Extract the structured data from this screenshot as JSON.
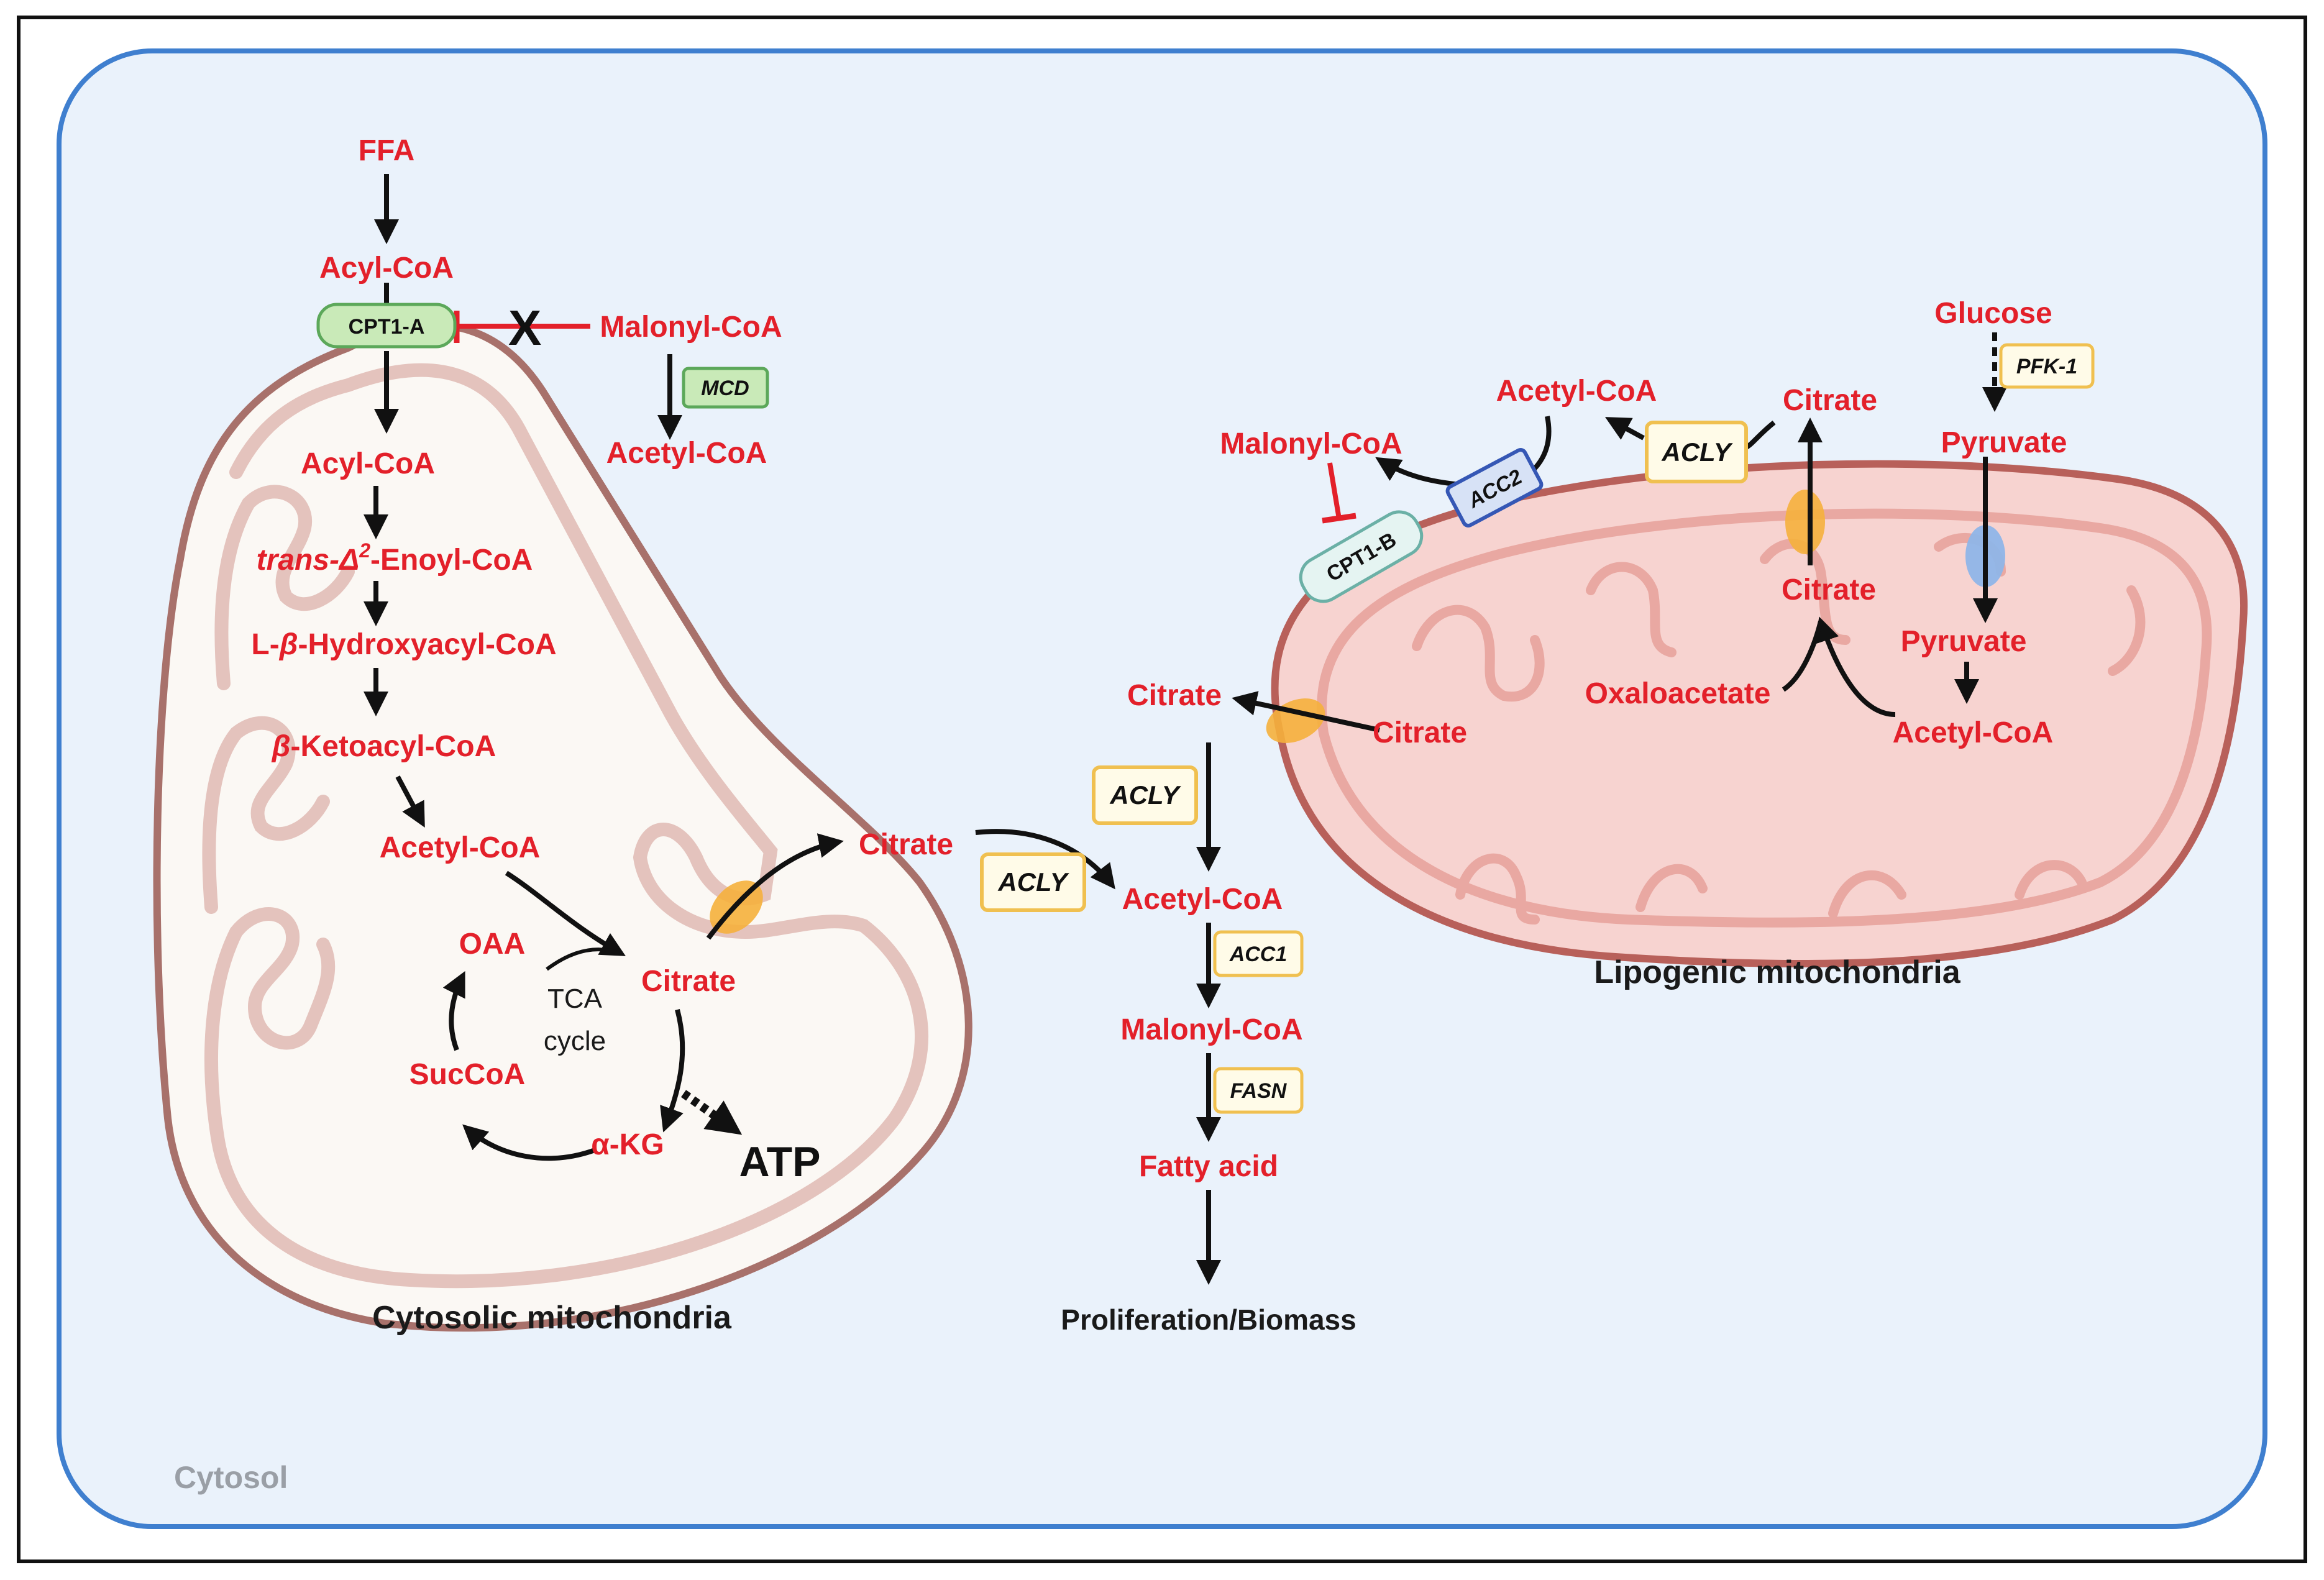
{
  "labels": {
    "cytosol": "Cytosol",
    "left_mito": "Cytosolic mitochondria",
    "right_mito": "Lipogenic mitochondria",
    "tca_line1": "TCA",
    "tca_line2": "cycle",
    "atp": "ATP",
    "x_mark": "X",
    "outcome": "Proliferation/Biomass"
  },
  "left_pathway": {
    "ffa": "FFA",
    "acyl_coa_cyto": "Acyl-CoA",
    "malonyl_coa": "Malonyl-CoA",
    "acetyl_coa_cyto": "Acetyl-CoA",
    "acyl_coa_mito": "Acyl-CoA",
    "enoyl_prefix": "trans-Δ",
    "enoyl_sup": "2",
    "enoyl_suffix": "-Enoyl-CoA",
    "hydroxy_prefix": "L-",
    "hydroxy_beta": "β",
    "hydroxy_suffix": "-Hydroxyacyl-CoA",
    "keto_beta": "β",
    "keto_suffix": "-Ketoacyl-CoA",
    "acetyl_coa_mito": "Acetyl-CoA",
    "oaa": "OAA",
    "citrate": "Citrate",
    "succoa": "SucCoA",
    "akg": "α-KG"
  },
  "center_pathway": {
    "citrate_out": "Citrate",
    "citrate_top": "Citrate",
    "acetyl_coa": "Acetyl-CoA",
    "malonyl_coa": "Malonyl-CoA",
    "fatty_acid": "Fatty acid"
  },
  "right_pathway": {
    "glucose": "Glucose",
    "pyruvate_cyto": "Pyruvate",
    "pyruvate_mito": "Pyruvate",
    "acetyl_coa_mito": "Acetyl-CoA",
    "oxaloacetate": "Oxaloacetate",
    "citrate_mito": "Citrate",
    "citrate_top": "Citrate",
    "acetyl_coa_cyto": "Acetyl-CoA",
    "malonyl_coa": "Malonyl-CoA",
    "citrate_inner": "Citrate"
  },
  "enzymes": {
    "cpt1a": "CPT1-A",
    "mcd": "MCD",
    "acly_center_left": "ACLY",
    "acly_center": "ACLY",
    "acc1": "ACC1",
    "fasn": "FASN",
    "acly_right": "ACLY",
    "acc2": "ACC2",
    "cpt1b": "CPT1-B",
    "pfk1": "PFK-1"
  },
  "colors": {
    "metabolite": "#e3202a",
    "cytosol_fill": "#eaf2fb",
    "cytosol_border": "#3f7fcf",
    "left_mito_fill": "#fbf8f4",
    "left_mito_border": "#a8716b",
    "right_mito_fill": "#f7d3d0",
    "right_mito_border": "#b8605a",
    "acly_border": "#f0c050",
    "green_enzyme": "#9bd08e",
    "acc2_border": "#3557b5",
    "transporter_orange": "#f5b03c",
    "transporter_blue": "#8fb5e8"
  }
}
